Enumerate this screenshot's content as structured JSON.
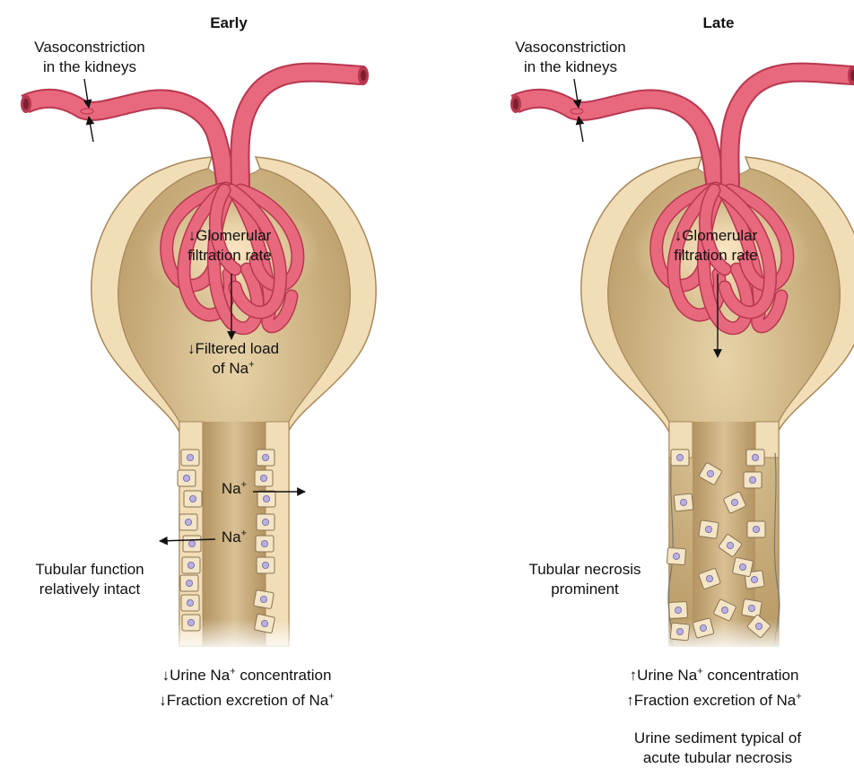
{
  "panels": {
    "early": {
      "title": "Early",
      "vasoconstriction_line1": "Vasoconstriction",
      "vasoconstriction_line2": "in the kidneys",
      "gfr_line1": "↓Glomerular",
      "gfr_line2": "filtration rate",
      "filtered_load_line1": "↓Filtered load",
      "filtered_load_line2": "of Na",
      "na_label": "Na",
      "tubular_line1": "Tubular function",
      "tubular_line2": "relatively intact",
      "urine_conc_prefix": "↓Urine Na",
      "urine_conc_suffix": " concentration",
      "fraction_text": "↓Fraction excretion of Na"
    },
    "late": {
      "title": "Late",
      "vasoconstriction_line1": "Vasoconstriction",
      "vasoconstriction_line2": "in the kidneys",
      "gfr_line1": "↓Glomerular",
      "gfr_line2": "filtration rate",
      "tubular_line1": "Tubular necrosis",
      "tubular_line2": "prominent",
      "urine_conc_prefix": "↑Urine Na",
      "urine_conc_suffix": " concentration",
      "fraction_text": "↑Fraction excretion of Na",
      "sediment_line1": "Urine sediment typical of",
      "sediment_line2": "acute tubular necrosis"
    }
  },
  "superscript_plus": "+",
  "colors": {
    "capsule_wall": "#f1ddb6",
    "capsule_outline": "#a7885a",
    "capsule_fill": "#c4a878",
    "vessel": "#e8687e",
    "vessel_dark": "#b8374f",
    "cell_fill": "#f4e5c6",
    "nucleus": "#b9b0e0"
  }
}
